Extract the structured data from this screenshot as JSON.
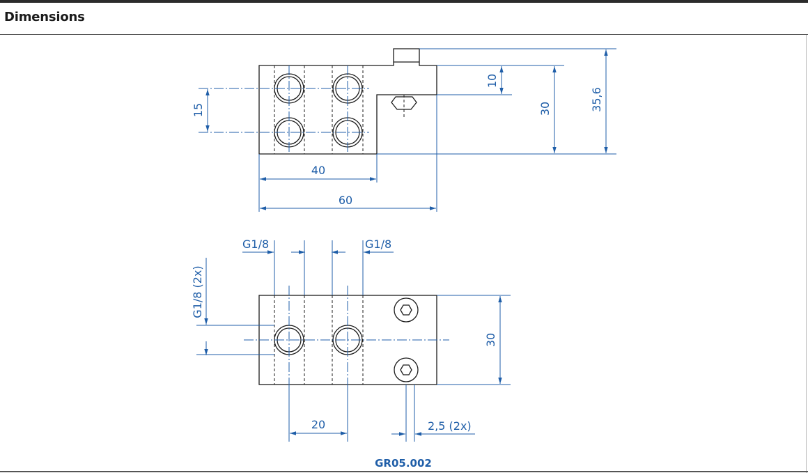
{
  "section": {
    "title": "Dimensions"
  },
  "dimensions": {
    "side_view": {
      "d15": "15",
      "d10": "10",
      "d30": "30",
      "d35_6": "35,6",
      "d40": "40",
      "d60": "60"
    },
    "front_view": {
      "thread_left": "G1/8",
      "thread_right": "G1/8",
      "thread_side": "G1/8 (2x)",
      "d30": "30",
      "d20": "20",
      "d2_5": "2,5 (2x)"
    }
  },
  "drawing_code": "GR05.002",
  "colors": {
    "dimension": "#1f5ea8",
    "outline": "#1b1b1b",
    "rule": "#2b2b2b"
  }
}
